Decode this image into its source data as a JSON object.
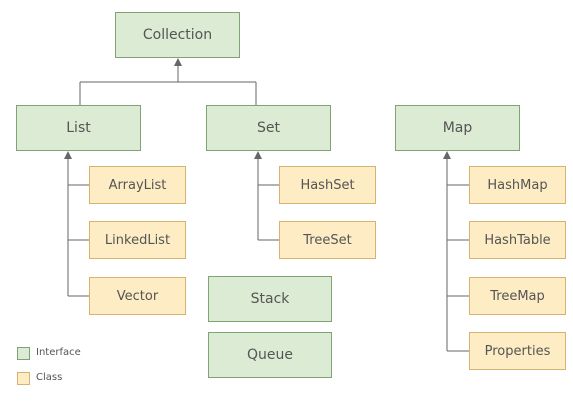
{
  "nodes": {
    "collection": "Collection",
    "list": "List",
    "set": "Set",
    "map": "Map",
    "arraylist": "ArrayList",
    "linkedlist": "LinkedList",
    "vector": "Vector",
    "hashset": "HashSet",
    "treeset": "TreeSet",
    "stack": "Stack",
    "queue": "Queue",
    "hashmap": "HashMap",
    "hashtable": "HashTable",
    "treemap": "TreeMap",
    "properties": "Properties"
  },
  "legend": {
    "interface": "Interface",
    "class": "Class"
  },
  "colors": {
    "interface_fill": "#dcebd4",
    "class_fill": "#fdecc4",
    "line": "#666666"
  }
}
